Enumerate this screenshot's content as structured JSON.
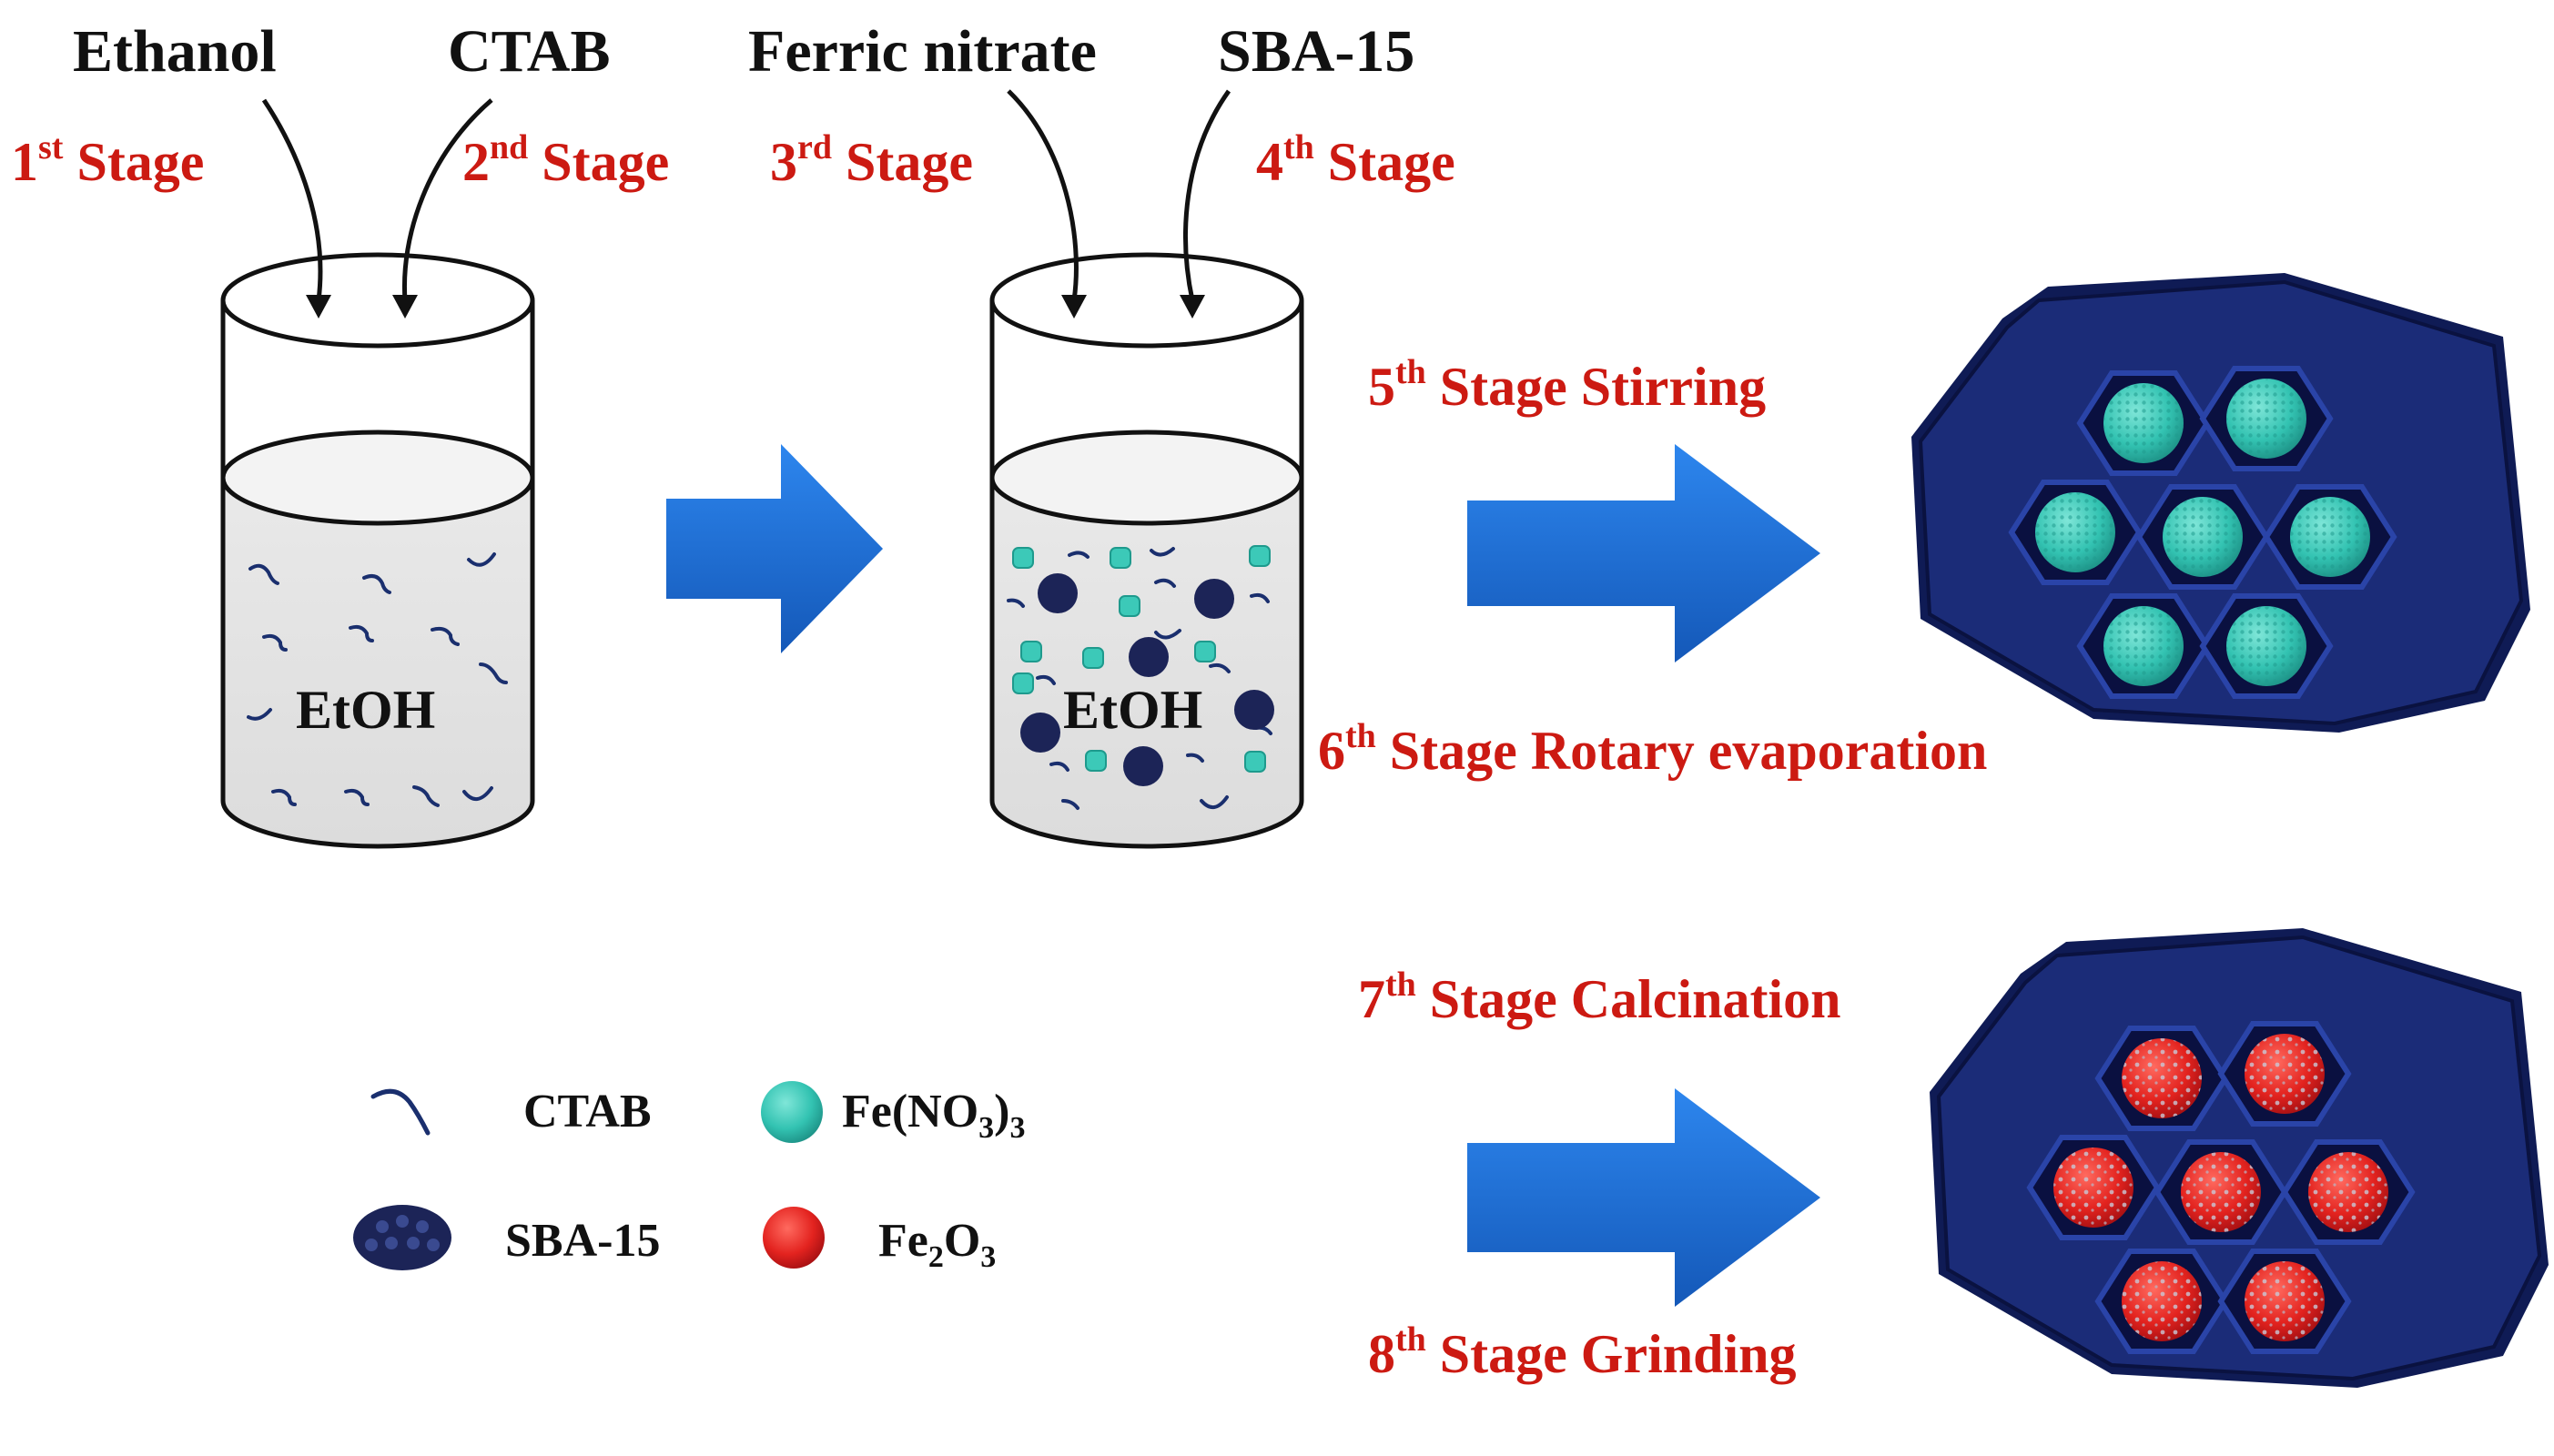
{
  "inputs": {
    "ethanol": "Ethanol",
    "ctab": "CTAB",
    "ferric_nitrate": "Ferric nitrate",
    "sba15": "SBA-15"
  },
  "stages": {
    "s1": {
      "num": "1",
      "sup": "st",
      "text": " Stage"
    },
    "s2": {
      "num": "2",
      "sup": "nd",
      "text": " Stage"
    },
    "s3": {
      "num": "3",
      "sup": "rd",
      "text": " Stage"
    },
    "s4": {
      "num": "4",
      "sup": "th",
      "text": " Stage"
    },
    "s5": {
      "num": "5",
      "sup": "th",
      "text": " Stage Stirring"
    },
    "s6": {
      "num": "6",
      "sup": "th",
      "text": " Stage Rotary evaporation"
    },
    "s7": {
      "num": "7",
      "sup": "th",
      "text": " Stage Calcination"
    },
    "s8": {
      "num": "8",
      "sup": "th",
      "text": " Stage Grinding"
    }
  },
  "beakers": {
    "left_label": "EtOH",
    "right_label": "EtOH"
  },
  "legend": {
    "ctab": "CTAB",
    "fe_no3_main": "Fe(NO",
    "fe_no3_sub": "3",
    "fe_no3_close": ")",
    "fe_no3_sub2": "3",
    "sba15": "SBA-15",
    "fe2o3_a": "Fe",
    "fe2o3_sub1": "2",
    "fe2o3_b": "O",
    "fe2o3_sub2": "3"
  },
  "colors": {
    "stage_red": "#cc1a12",
    "arrow_blue": "#1f6fd6",
    "framework_blue": "#1c2f7a",
    "particle_teal": "#3cc9b8",
    "particle_red": "#e8262a",
    "liquid_gray": "#e2e2e2"
  }
}
